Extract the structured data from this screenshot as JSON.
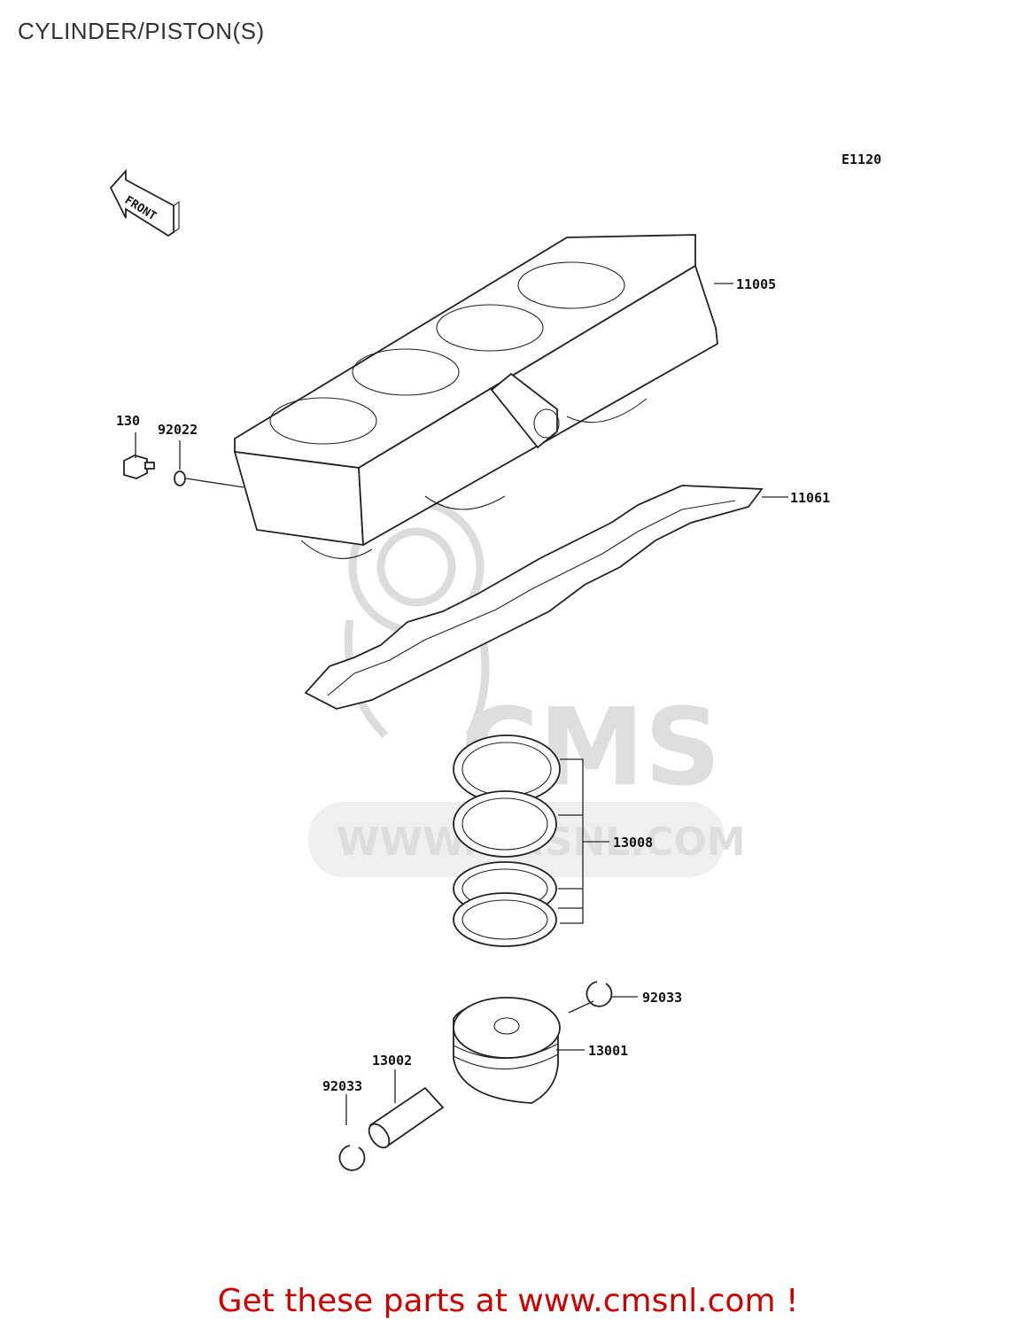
{
  "title": "CYLINDER/PISTON(S)",
  "diagram_code": "E1120",
  "front_label": "FRONT",
  "watermark": {
    "logo": "CMS",
    "url": "WWW.CMSNL.COM"
  },
  "parts": [
    {
      "number": "11005"
    },
    {
      "number": "130"
    },
    {
      "number": "92022"
    },
    {
      "number": "11061"
    },
    {
      "number": "13008"
    },
    {
      "number": "92033"
    },
    {
      "number": "13001"
    },
    {
      "number": "13002"
    },
    {
      "number": "92033"
    }
  ],
  "footer_text": "Get these parts at www.cmsnl.com !"
}
